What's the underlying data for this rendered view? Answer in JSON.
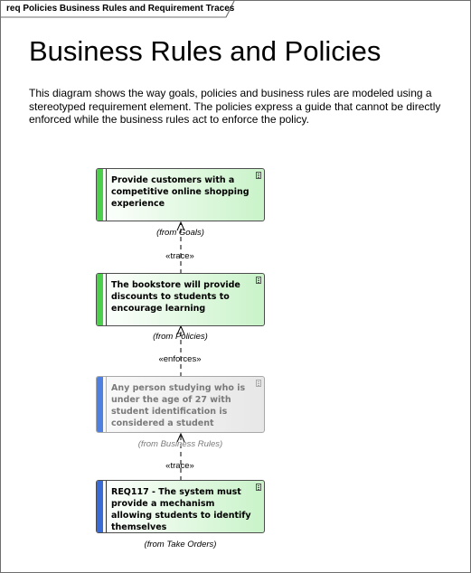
{
  "diagram": {
    "tab_label": "req Policies Business Rules and Requirement Traces",
    "title": "Business Rules and Policies",
    "description": "This diagram shows the way goals, policies and business rules are modeled using a stereotyped requirement element. The policies express a guide that cannot be directly enforced while the business rules act to enforce the policy."
  },
  "elements": [
    {
      "text": "Provide customers with a competitive online shopping experience",
      "from": "(from Goals)",
      "stripe_color": "#4cd04c",
      "faded": false
    },
    {
      "text": "The bookstore will provide discounts to students to encourage learning",
      "from": "(from Policies)",
      "stripe_color": "#4cd04c",
      "faded": false
    },
    {
      "text": "Any person studying who is under the age of 27 with student identification is considered a student",
      "from": "(from Business Rules)",
      "stripe_color": "#4f80e0",
      "faded": true
    },
    {
      "text": "REQ117 - The system must provide a mechanism allowing students to identify themselves",
      "from": "(from Take Orders)",
      "stripe_color": "#3a6ad4",
      "faded": false
    }
  ],
  "connectors": [
    {
      "stereotype": "«trace»"
    },
    {
      "stereotype": "«enforces»"
    },
    {
      "stereotype": "«trace»"
    }
  ]
}
